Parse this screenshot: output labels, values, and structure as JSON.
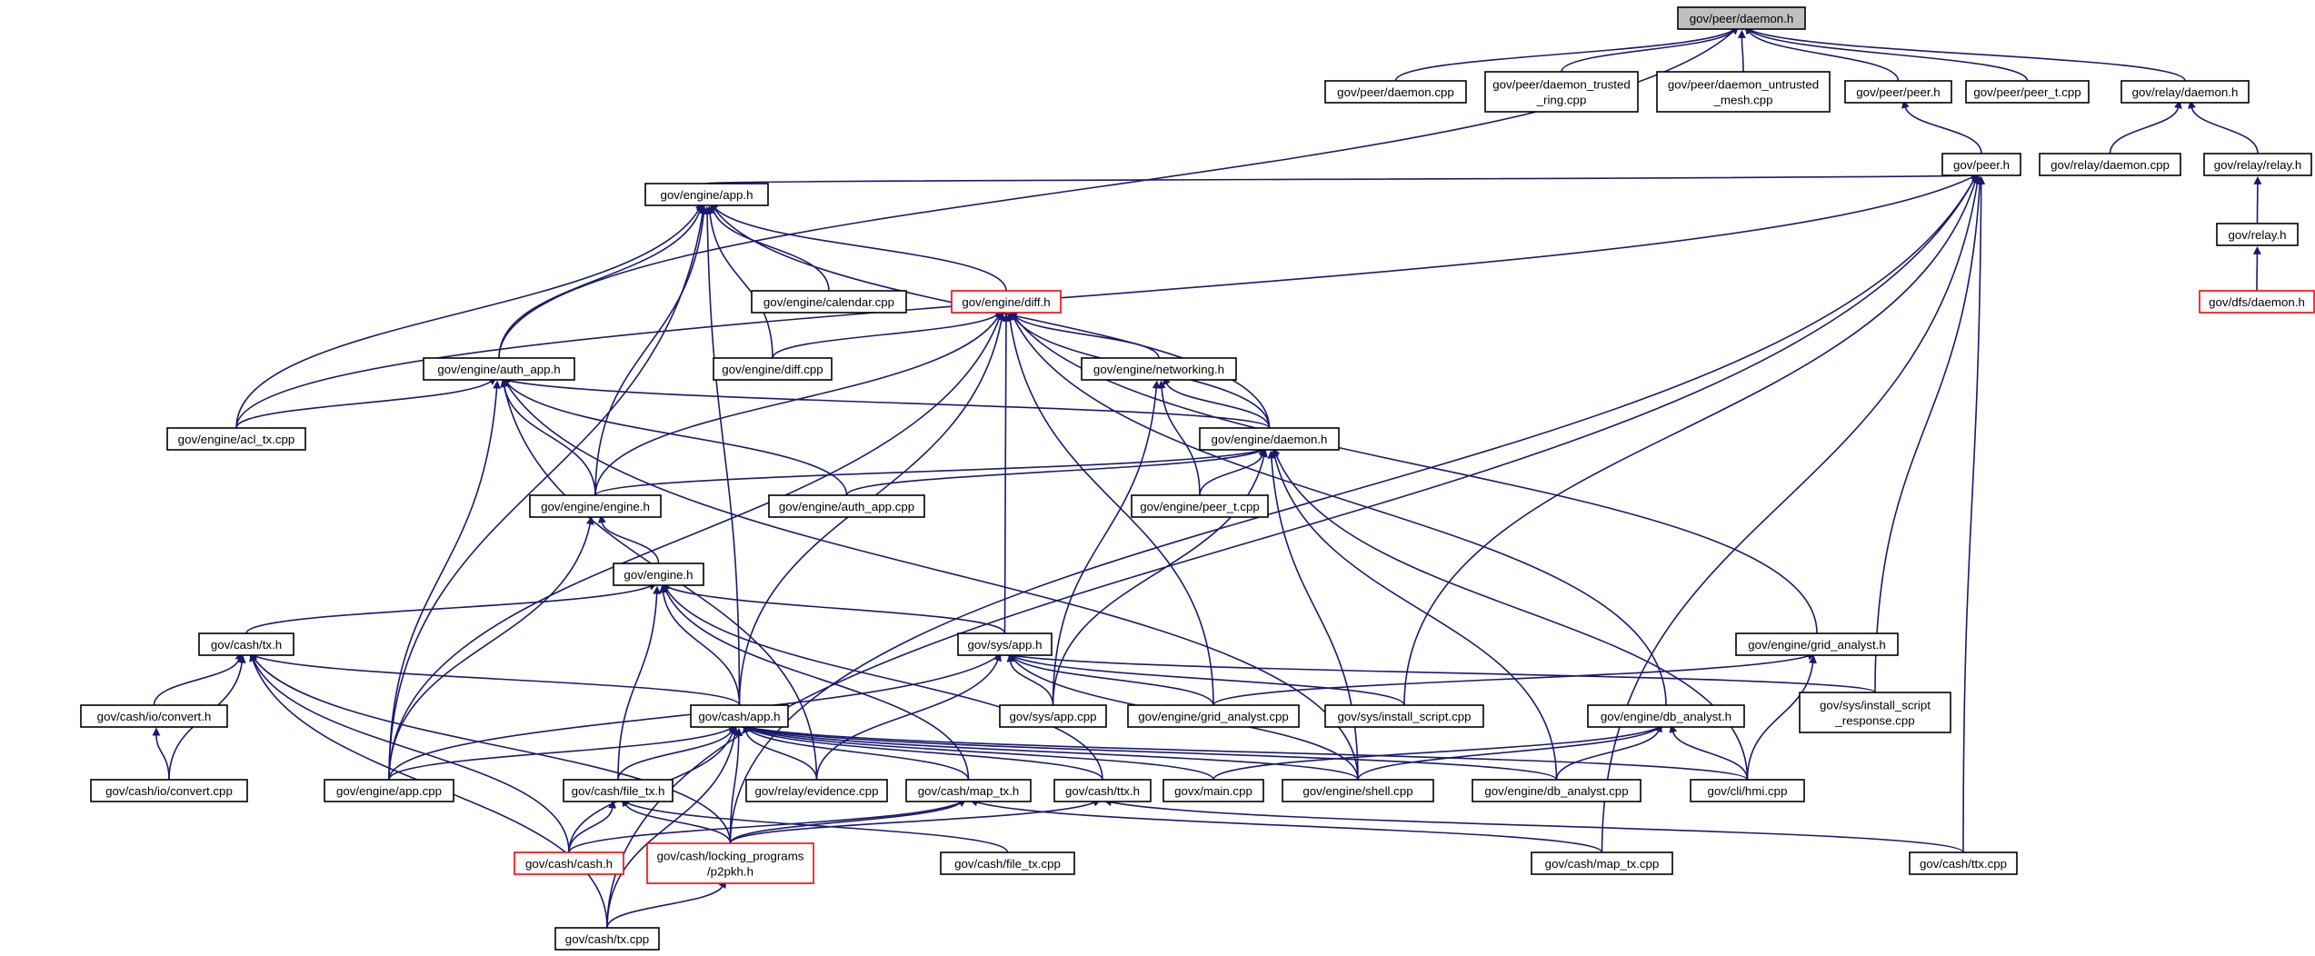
{
  "colors": {
    "edge": "#191970",
    "root_fill": "#bfbfbf",
    "default_border": "#000000",
    "highlight_border": "#ff0000",
    "fill": "#ffffff"
  },
  "nodes": {
    "gov_peer_daemon_h": {
      "lines": [
        "gov/peer/daemon.h"
      ],
      "root": true
    },
    "gov_peer_daemon_cpp": {
      "lines": [
        "gov/peer/daemon.cpp"
      ]
    },
    "gov_peer_daemon_trusted_ring_cpp": {
      "lines": [
        "gov/peer/daemon_trusted",
        "_ring.cpp"
      ]
    },
    "gov_peer_daemon_untrusted_mesh_cpp": {
      "lines": [
        "gov/peer/daemon_untrusted",
        "_mesh.cpp"
      ]
    },
    "gov_peer_peer_h": {
      "lines": [
        "gov/peer/peer.h"
      ]
    },
    "gov_peer_peer_t_cpp": {
      "lines": [
        "gov/peer/peer_t.cpp"
      ]
    },
    "gov_relay_daemon_h": {
      "lines": [
        "gov/relay/daemon.h"
      ]
    },
    "gov_peer_h": {
      "lines": [
        "gov/peer.h"
      ]
    },
    "gov_relay_daemon_cpp": {
      "lines": [
        "gov/relay/daemon.cpp"
      ]
    },
    "gov_relay_relay_h": {
      "lines": [
        "gov/relay/relay.h"
      ]
    },
    "gov_relay_h": {
      "lines": [
        "gov/relay.h"
      ]
    },
    "gov_dfs_daemon_h": {
      "lines": [
        "gov/dfs/daemon.h"
      ],
      "red": true
    },
    "gov_engine_app_h": {
      "lines": [
        "gov/engine/app.h"
      ]
    },
    "gov_engine_calendar_cpp": {
      "lines": [
        "gov/engine/calendar.cpp"
      ]
    },
    "gov_engine_diff_h": {
      "lines": [
        "gov/engine/diff.h"
      ],
      "red": true
    },
    "gov_engine_auth_app_h": {
      "lines": [
        "gov/engine/auth_app.h"
      ]
    },
    "gov_engine_diff_cpp": {
      "lines": [
        "gov/engine/diff.cpp"
      ]
    },
    "gov_engine_networking_h": {
      "lines": [
        "gov/engine/networking.h"
      ]
    },
    "gov_engine_acl_tx_cpp": {
      "lines": [
        "gov/engine/acl_tx.cpp"
      ]
    },
    "gov_engine_daemon_h": {
      "lines": [
        "gov/engine/daemon.h"
      ]
    },
    "gov_engine_engine_h": {
      "lines": [
        "gov/engine/engine.h"
      ]
    },
    "gov_engine_auth_app_cpp": {
      "lines": [
        "gov/engine/auth_app.cpp"
      ]
    },
    "gov_engine_peer_t_cpp": {
      "lines": [
        "gov/engine/peer_t.cpp"
      ]
    },
    "gov_engine_h": {
      "lines": [
        "gov/engine.h"
      ]
    },
    "gov_cash_tx_h": {
      "lines": [
        "gov/cash/tx.h"
      ]
    },
    "gov_sys_app_h": {
      "lines": [
        "gov/sys/app.h"
      ]
    },
    "gov_engine_grid_analyst_h": {
      "lines": [
        "gov/engine/grid_analyst.h"
      ]
    },
    "gov_cash_io_convert_h": {
      "lines": [
        "gov/cash/io/convert.h"
      ]
    },
    "gov_sys_app_cpp": {
      "lines": [
        "gov/sys/app.cpp"
      ]
    },
    "gov_engine_grid_analyst_cpp": {
      "lines": [
        "gov/engine/grid_analyst.cpp"
      ]
    },
    "gov_sys_install_script_cpp": {
      "lines": [
        "gov/sys/install_script.cpp"
      ]
    },
    "gov_sys_install_script_response_cpp": {
      "lines": [
        "gov/sys/install_script",
        "_response.cpp"
      ]
    },
    "gov_cash_app_h": {
      "lines": [
        "gov/cash/app.h"
      ]
    },
    "gov_engine_db_analyst_h": {
      "lines": [
        "gov/engine/db_analyst.h"
      ]
    },
    "gov_cash_io_convert_cpp": {
      "lines": [
        "gov/cash/io/convert.cpp"
      ]
    },
    "gov_engine_app_cpp": {
      "lines": [
        "gov/engine/app.cpp"
      ]
    },
    "gov_cash_file_tx_h": {
      "lines": [
        "gov/cash/file_tx.h"
      ]
    },
    "gov_relay_evidence_cpp": {
      "lines": [
        "gov/relay/evidence.cpp"
      ]
    },
    "gov_cash_map_tx_h": {
      "lines": [
        "gov/cash/map_tx.h"
      ]
    },
    "gov_cash_ttx_h": {
      "lines": [
        "gov/cash/ttx.h"
      ]
    },
    "govx_main_cpp": {
      "lines": [
        "govx/main.cpp"
      ]
    },
    "gov_engine_shell_cpp": {
      "lines": [
        "gov/engine/shell.cpp"
      ]
    },
    "gov_engine_db_analyst_cpp": {
      "lines": [
        "gov/engine/db_analyst.cpp"
      ]
    },
    "gov_cli_hmi_cpp": {
      "lines": [
        "gov/cli/hmi.cpp"
      ]
    },
    "gov_cash_cash_h": {
      "lines": [
        "gov/cash/cash.h"
      ],
      "red": true
    },
    "gov_cash_locking_programs_p2pkh_h": {
      "lines": [
        "gov/cash/locking_programs",
        "/p2pkh.h"
      ],
      "red": true
    },
    "gov_cash_file_tx_cpp": {
      "lines": [
        "gov/cash/file_tx.cpp"
      ]
    },
    "gov_cash_map_tx_cpp": {
      "lines": [
        "gov/cash/map_tx.cpp"
      ]
    },
    "gov_cash_ttx_cpp": {
      "lines": [
        "gov/cash/ttx.cpp"
      ]
    },
    "gov_cash_tx_cpp": {
      "lines": [
        "gov/cash/tx.cpp"
      ]
    }
  },
  "edges": [
    [
      "gov_peer_daemon_h",
      "gov_peer_daemon_cpp"
    ],
    [
      "gov_peer_daemon_h",
      "gov_peer_daemon_trusted_ring_cpp"
    ],
    [
      "gov_peer_daemon_h",
      "gov_peer_daemon_untrusted_mesh_cpp"
    ],
    [
      "gov_peer_daemon_h",
      "gov_peer_peer_h"
    ],
    [
      "gov_peer_daemon_h",
      "gov_peer_peer_t_cpp"
    ],
    [
      "gov_peer_daemon_h",
      "gov_relay_daemon_h"
    ],
    [
      "gov_peer_daemon_h",
      "gov_engine_auth_app_h"
    ],
    [
      "gov_peer_peer_h",
      "gov_peer_h"
    ],
    [
      "gov_relay_daemon_h",
      "gov_relay_daemon_cpp"
    ],
    [
      "gov_relay_daemon_h",
      "gov_relay_relay_h"
    ],
    [
      "gov_relay_relay_h",
      "gov_relay_h"
    ],
    [
      "gov_relay_h",
      "gov_dfs_daemon_h"
    ],
    [
      "gov_peer_h",
      "gov_engine_app_h"
    ],
    [
      "gov_peer_h",
      "gov_engine_acl_tx_cpp"
    ],
    [
      "gov_peer_h",
      "gov_sys_install_script_cpp"
    ],
    [
      "gov_peer_h",
      "gov_sys_install_script_response_cpp"
    ],
    [
      "gov_peer_h",
      "gov_cash_locking_programs_p2pkh_h"
    ],
    [
      "gov_peer_h",
      "gov_cash_map_tx_cpp"
    ],
    [
      "gov_peer_h",
      "gov_cash_ttx_cpp"
    ],
    [
      "gov_peer_h",
      "gov_cash_tx_cpp"
    ],
    [
      "gov_engine_app_h",
      "gov_engine_calendar_cpp"
    ],
    [
      "gov_engine_app_h",
      "gov_engine_diff_h"
    ],
    [
      "gov_engine_app_h",
      "gov_engine_auth_app_h"
    ],
    [
      "gov_engine_app_h",
      "gov_engine_diff_cpp"
    ],
    [
      "gov_engine_app_h",
      "gov_engine_acl_tx_cpp"
    ],
    [
      "gov_engine_app_h",
      "gov_engine_daemon_h"
    ],
    [
      "gov_engine_app_h",
      "gov_engine_engine_h"
    ],
    [
      "gov_engine_app_h",
      "gov_cash_app_h"
    ],
    [
      "gov_engine_app_h",
      "gov_engine_app_cpp"
    ],
    [
      "gov_engine_diff_h",
      "gov_engine_diff_cpp"
    ],
    [
      "gov_engine_diff_h",
      "gov_engine_networking_h"
    ],
    [
      "gov_engine_diff_h",
      "gov_engine_daemon_h"
    ],
    [
      "gov_engine_diff_h",
      "gov_engine_engine_h"
    ],
    [
      "gov_engine_diff_h",
      "gov_sys_app_h"
    ],
    [
      "gov_engine_diff_h",
      "gov_engine_grid_analyst_h"
    ],
    [
      "gov_engine_diff_h",
      "gov_engine_db_analyst_h"
    ],
    [
      "gov_engine_diff_h",
      "gov_cash_app_h"
    ],
    [
      "gov_engine_diff_h",
      "gov_engine_grid_analyst_cpp"
    ],
    [
      "gov_engine_diff_h",
      "gov_engine_app_cpp"
    ],
    [
      "gov_engine_auth_app_h",
      "gov_engine_acl_tx_cpp"
    ],
    [
      "gov_engine_auth_app_h",
      "gov_engine_daemon_h"
    ],
    [
      "gov_engine_auth_app_h",
      "gov_engine_engine_h"
    ],
    [
      "gov_engine_auth_app_h",
      "gov_engine_auth_app_cpp"
    ],
    [
      "gov_engine_auth_app_h",
      "gov_engine_app_cpp"
    ],
    [
      "gov_engine_auth_app_h",
      "gov_relay_evidence_cpp"
    ],
    [
      "gov_engine_auth_app_h",
      "gov_engine_shell_cpp"
    ],
    [
      "gov_engine_networking_h",
      "gov_engine_daemon_h"
    ],
    [
      "gov_engine_networking_h",
      "gov_engine_peer_t_cpp"
    ],
    [
      "gov_engine_networking_h",
      "gov_sys_app_cpp"
    ],
    [
      "gov_engine_daemon_h",
      "gov_engine_engine_h"
    ],
    [
      "gov_engine_daemon_h",
      "gov_engine_auth_app_cpp"
    ],
    [
      "gov_engine_daemon_h",
      "gov_engine_peer_t_cpp"
    ],
    [
      "gov_engine_daemon_h",
      "gov_sys_app_cpp"
    ],
    [
      "gov_engine_daemon_h",
      "gov_engine_shell_cpp"
    ],
    [
      "gov_engine_daemon_h",
      "gov_engine_db_analyst_cpp"
    ],
    [
      "gov_engine_daemon_h",
      "gov_cli_hmi_cpp"
    ],
    [
      "gov_engine_engine_h",
      "gov_engine_h"
    ],
    [
      "gov_engine_engine_h",
      "gov_engine_app_cpp"
    ],
    [
      "gov_engine_h",
      "gov_cash_tx_h"
    ],
    [
      "gov_engine_h",
      "gov_sys_app_h"
    ],
    [
      "gov_engine_h",
      "gov_cash_app_h"
    ],
    [
      "gov_engine_h",
      "gov_cash_file_tx_h"
    ],
    [
      "gov_engine_h",
      "gov_cash_map_tx_h"
    ],
    [
      "gov_engine_h",
      "gov_cash_ttx_h"
    ],
    [
      "gov_cash_tx_h",
      "gov_cash_io_convert_h"
    ],
    [
      "gov_cash_tx_h",
      "gov_cash_io_convert_cpp"
    ],
    [
      "gov_cash_tx_h",
      "gov_cash_app_h"
    ],
    [
      "gov_cash_tx_h",
      "gov_cash_cash_h"
    ],
    [
      "gov_cash_tx_h",
      "gov_cash_locking_programs_p2pkh_h"
    ],
    [
      "gov_cash_tx_h",
      "gov_cash_tx_cpp"
    ],
    [
      "gov_sys_app_h",
      "gov_sys_app_cpp"
    ],
    [
      "gov_sys_app_h",
      "gov_engine_grid_analyst_cpp"
    ],
    [
      "gov_sys_app_h",
      "gov_sys_install_script_cpp"
    ],
    [
      "gov_sys_app_h",
      "gov_sys_install_script_response_cpp"
    ],
    [
      "gov_sys_app_h",
      "gov_engine_app_cpp"
    ],
    [
      "gov_sys_app_h",
      "gov_relay_evidence_cpp"
    ],
    [
      "gov_sys_app_h",
      "gov_engine_shell_cpp"
    ],
    [
      "gov_engine_grid_analyst_h",
      "gov_engine_grid_analyst_cpp"
    ],
    [
      "gov_engine_grid_analyst_h",
      "gov_cli_hmi_cpp"
    ],
    [
      "gov_cash_io_convert_h",
      "gov_cash_io_convert_cpp"
    ],
    [
      "gov_cash_app_h",
      "gov_engine_app_cpp"
    ],
    [
      "gov_cash_app_h",
      "gov_cash_file_tx_h"
    ],
    [
      "gov_cash_app_h",
      "gov_relay_evidence_cpp"
    ],
    [
      "gov_cash_app_h",
      "gov_cash_map_tx_h"
    ],
    [
      "gov_cash_app_h",
      "gov_cash_ttx_h"
    ],
    [
      "gov_cash_app_h",
      "govx_main_cpp"
    ],
    [
      "gov_cash_app_h",
      "gov_engine_shell_cpp"
    ],
    [
      "gov_cash_app_h",
      "gov_engine_db_analyst_cpp"
    ],
    [
      "gov_cash_app_h",
      "gov_cli_hmi_cpp"
    ],
    [
      "gov_cash_app_h",
      "gov_cash_cash_h"
    ],
    [
      "gov_cash_app_h",
      "gov_cash_locking_programs_p2pkh_h"
    ],
    [
      "gov_cash_app_h",
      "gov_cash_tx_cpp"
    ],
    [
      "gov_engine_db_analyst_h",
      "govx_main_cpp"
    ],
    [
      "gov_engine_db_analyst_h",
      "gov_engine_shell_cpp"
    ],
    [
      "gov_engine_db_analyst_h",
      "gov_engine_db_analyst_cpp"
    ],
    [
      "gov_engine_db_analyst_h",
      "gov_cli_hmi_cpp"
    ],
    [
      "gov_cash_file_tx_h",
      "gov_cash_cash_h"
    ],
    [
      "gov_cash_file_tx_h",
      "gov_cash_locking_programs_p2pkh_h"
    ],
    [
      "gov_cash_file_tx_h",
      "gov_cash_file_tx_cpp"
    ],
    [
      "gov_cash_map_tx_h",
      "gov_cash_cash_h"
    ],
    [
      "gov_cash_map_tx_h",
      "gov_cash_locking_programs_p2pkh_h"
    ],
    [
      "gov_cash_map_tx_h",
      "gov_cash_map_tx_cpp"
    ],
    [
      "gov_cash_ttx_h",
      "gov_cash_locking_programs_p2pkh_h"
    ],
    [
      "gov_cash_ttx_h",
      "gov_cash_ttx_cpp"
    ],
    [
      "gov_cash_locking_programs_p2pkh_h",
      "gov_cash_tx_cpp"
    ]
  ]
}
